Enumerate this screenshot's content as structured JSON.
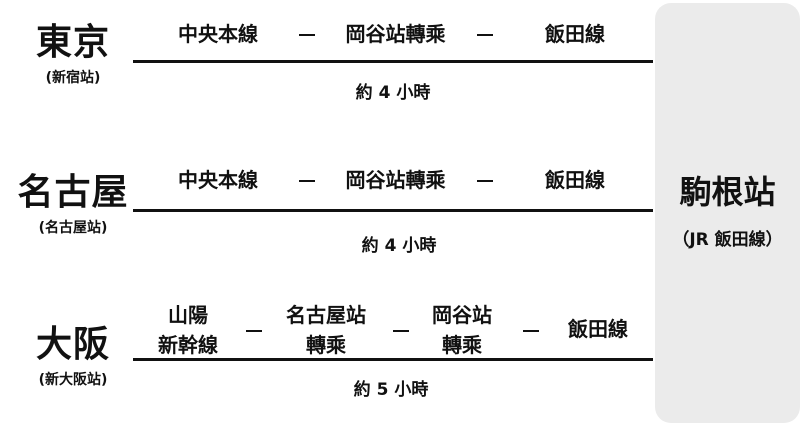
{
  "destination": {
    "name": "駒根站",
    "line": "（JR 飯田線）"
  },
  "routes": [
    {
      "city": "東京",
      "station": "(新宿站)",
      "legs": [
        "中央本線",
        "岡谷站轉乘",
        "飯田線"
      ],
      "time": "約 4 小時"
    },
    {
      "city": "名古屋",
      "station": "(名古屋站)",
      "legs": [
        "中央本線",
        "岡谷站轉乘",
        "飯田線"
      ],
      "time": "約 4 小時"
    },
    {
      "city": "大阪",
      "station": "(新大阪站)",
      "legs": [
        [
          "山陽",
          "新幹線"
        ],
        [
          "名古屋站",
          "轉乘"
        ],
        [
          "岡谷站",
          "轉乘"
        ],
        "飯田線"
      ],
      "time": "約 5 小時"
    }
  ]
}
